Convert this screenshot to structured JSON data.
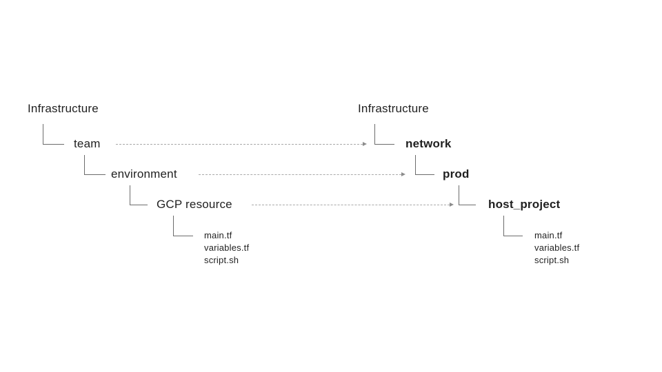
{
  "diagram": {
    "left_tree": {
      "root": "Infrastructure",
      "levels": [
        {
          "label": "team"
        },
        {
          "label": "environment"
        },
        {
          "label": "GCP resource"
        }
      ],
      "files": [
        "main.tf",
        "variables.tf",
        "script.sh"
      ]
    },
    "right_tree": {
      "root": "Infrastructure",
      "levels": [
        {
          "label": "network"
        },
        {
          "label": "prod"
        },
        {
          "label": "host_project"
        }
      ],
      "files": [
        "main.tf",
        "variables.tf",
        "script.sh"
      ]
    },
    "mappings": [
      {
        "from": "team",
        "to": "network"
      },
      {
        "from": "environment",
        "to": "prod"
      },
      {
        "from": "GCP resource",
        "to": "host_project"
      }
    ],
    "colors": {
      "text": "#1f1f1f",
      "connector": "#6b6b6b",
      "arrow": "#a8a8a8",
      "arrowhead": "#8c8c8c",
      "background": "#ffffff"
    }
  }
}
